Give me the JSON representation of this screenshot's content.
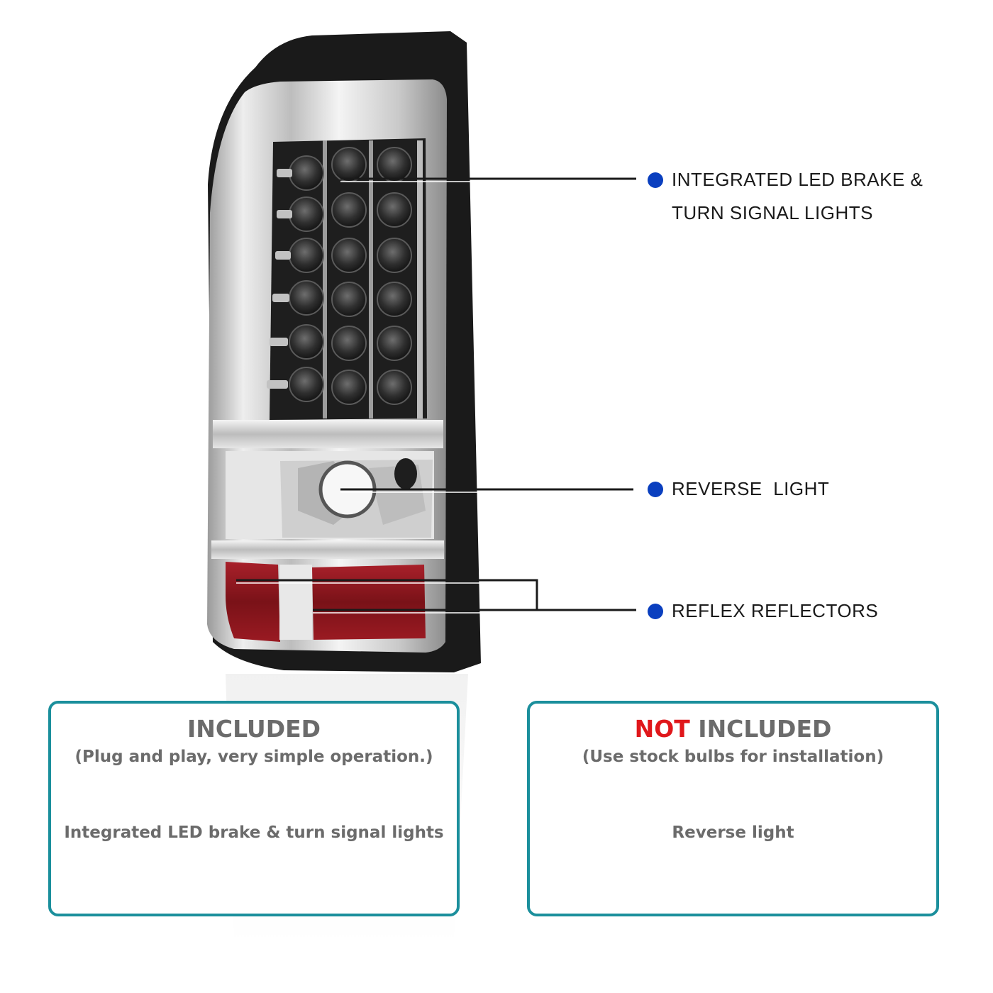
{
  "callouts": {
    "led": {
      "label": "INTEGRATED LED BRAKE &\nTURN SIGNAL LIGHTS",
      "dot_color": "#0a3fbf",
      "dot_icon": "bullet-dot-icon"
    },
    "reverse": {
      "label": "REVERSE  LIGHT",
      "dot_color": "#0a3fbf",
      "dot_icon": "bullet-dot-icon"
    },
    "reflex": {
      "label": "REFLEX REFLECTORS",
      "dot_color": "#0a3fbf",
      "dot_icon": "bullet-dot-icon"
    }
  },
  "included_box": {
    "title": "INCLUDED",
    "subtitle": "(Plug and play, very simple operation.)",
    "item": "Integrated LED brake & turn signal  lights"
  },
  "not_included_box": {
    "title_accent": "NOT",
    "title_rest": " INCLUDED",
    "subtitle": "(Use stock bulbs for installation)",
    "item": "Reverse light"
  },
  "colors": {
    "box_border": "#1b8f9c",
    "accent_red": "#e0171b",
    "text_gray": "#6b6b6b",
    "callout_blue": "#0a3fbf"
  }
}
